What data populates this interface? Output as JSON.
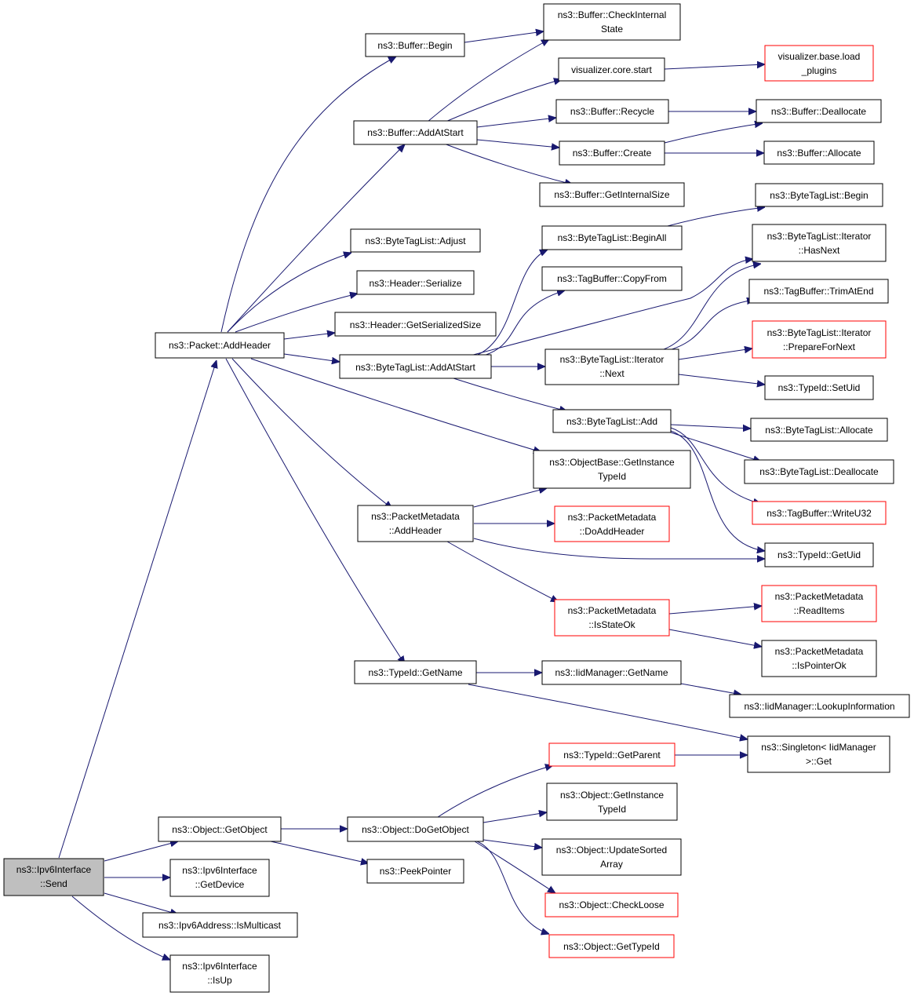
{
  "nodes": {
    "n_send": {
      "lines": [
        "ns3::Ipv6Interface",
        "::Send"
      ],
      "style": "root"
    },
    "n_addheader": {
      "lines": [
        "ns3::Packet::AddHeader"
      ],
      "style": "normal"
    },
    "n_getobject": {
      "lines": [
        "ns3::Object::GetObject"
      ],
      "style": "normal"
    },
    "n_getdevice": {
      "lines": [
        "ns3::Ipv6Interface",
        "::GetDevice"
      ],
      "style": "normal"
    },
    "n_ismulticast": {
      "lines": [
        "ns3::Ipv6Address::IsMulticast"
      ],
      "style": "normal"
    },
    "n_isup": {
      "lines": [
        "ns3::Ipv6Interface",
        "::IsUp"
      ],
      "style": "normal"
    },
    "n_bufbegin": {
      "lines": [
        "ns3::Buffer::Begin"
      ],
      "style": "normal"
    },
    "n_bufaddatstart": {
      "lines": [
        "ns3::Buffer::AddAtStart"
      ],
      "style": "normal"
    },
    "n_btladjust": {
      "lines": [
        "ns3::ByteTagList::Adjust"
      ],
      "style": "normal"
    },
    "n_hdrserialize": {
      "lines": [
        "ns3::Header::Serialize"
      ],
      "style": "normal"
    },
    "n_hdrgetsize": {
      "lines": [
        "ns3::Header::GetSerializedSize"
      ],
      "style": "normal"
    },
    "n_btladdatstart": {
      "lines": [
        "ns3::ByteTagList::AddAtStart"
      ],
      "style": "normal"
    },
    "n_objbasegettid": {
      "lines": [
        "ns3::ObjectBase::GetInstance",
        "TypeId"
      ],
      "style": "normal"
    },
    "n_pmaddheader": {
      "lines": [
        "ns3::PacketMetadata",
        "::AddHeader"
      ],
      "style": "normal"
    },
    "n_tidgetname": {
      "lines": [
        "ns3::TypeId::GetName"
      ],
      "style": "normal"
    },
    "n_dogetobject": {
      "lines": [
        "ns3::Object::DoGetObject"
      ],
      "style": "normal"
    },
    "n_peekpointer": {
      "lines": [
        "ns3::PeekPointer"
      ],
      "style": "normal"
    },
    "n_bufcheckinternal": {
      "lines": [
        "ns3::Buffer::CheckInternal",
        "State"
      ],
      "style": "normal"
    },
    "n_viscorestart": {
      "lines": [
        "visualizer.core.start"
      ],
      "style": "normal"
    },
    "n_bufrecycle": {
      "lines": [
        "ns3::Buffer::Recycle"
      ],
      "style": "normal"
    },
    "n_bufcreate": {
      "lines": [
        "ns3::Buffer::Create"
      ],
      "style": "normal"
    },
    "n_bufgetinternalsize": {
      "lines": [
        "ns3::Buffer::GetInternalSize"
      ],
      "style": "normal"
    },
    "n_btlbeginall": {
      "lines": [
        "ns3::ByteTagList::BeginAll"
      ],
      "style": "normal"
    },
    "n_tagbufcopyfrom": {
      "lines": [
        "ns3::TagBuffer::CopyFrom"
      ],
      "style": "normal"
    },
    "n_btliternext": {
      "lines": [
        "ns3::ByteTagList::Iterator",
        "::Next"
      ],
      "style": "normal"
    },
    "n_btladd": {
      "lines": [
        "ns3::ByteTagList::Add"
      ],
      "style": "normal"
    },
    "n_pmdoaddheader": {
      "lines": [
        "ns3::PacketMetadata",
        "::DoAddHeader"
      ],
      "style": "red"
    },
    "n_pmisstateok": {
      "lines": [
        "ns3::PacketMetadata",
        "::IsStateOk"
      ],
      "style": "red"
    },
    "n_iidgetname": {
      "lines": [
        "ns3::IidManager::GetName"
      ],
      "style": "normal"
    },
    "n_tidgetparent": {
      "lines": [
        "ns3::TypeId::GetParent"
      ],
      "style": "red"
    },
    "n_objgettid": {
      "lines": [
        "ns3::Object::GetInstance",
        "TypeId"
      ],
      "style": "normal"
    },
    "n_objupdatesorted": {
      "lines": [
        "ns3::Object::UpdateSorted",
        "Array"
      ],
      "style": "normal"
    },
    "n_objcheckloose": {
      "lines": [
        "ns3::Object::CheckLoose"
      ],
      "style": "red"
    },
    "n_objgettypeid": {
      "lines": [
        "ns3::Object::GetTypeId"
      ],
      "style": "red"
    },
    "n_visloadplugins": {
      "lines": [
        "visualizer.base.load",
        "_plugins"
      ],
      "style": "red"
    },
    "n_bufdeallocate": {
      "lines": [
        "ns3::Buffer::Deallocate"
      ],
      "style": "normal"
    },
    "n_bufallocate": {
      "lines": [
        "ns3::Buffer::Allocate"
      ],
      "style": "normal"
    },
    "n_btlbegin": {
      "lines": [
        "ns3::ByteTagList::Begin"
      ],
      "style": "normal"
    },
    "n_btliterhasnext": {
      "lines": [
        "ns3::ByteTagList::Iterator",
        "::HasNext"
      ],
      "style": "normal"
    },
    "n_tagbuftrim": {
      "lines": [
        "ns3::TagBuffer::TrimAtEnd"
      ],
      "style": "normal"
    },
    "n_btliterprepare": {
      "lines": [
        "ns3::ByteTagList::Iterator",
        "::PrepareForNext"
      ],
      "style": "red"
    },
    "n_tidsetuid": {
      "lines": [
        "ns3::TypeId::SetUid"
      ],
      "style": "normal"
    },
    "n_btlallocate": {
      "lines": [
        "ns3::ByteTagList::Allocate"
      ],
      "style": "normal"
    },
    "n_btldeallocate": {
      "lines": [
        "ns3::ByteTagList::Deallocate"
      ],
      "style": "normal"
    },
    "n_tagbufwriteu32": {
      "lines": [
        "ns3::TagBuffer::WriteU32"
      ],
      "style": "red"
    },
    "n_tidgetuid": {
      "lines": [
        "ns3::TypeId::GetUid"
      ],
      "style": "normal"
    },
    "n_pmreaditems": {
      "lines": [
        "ns3::PacketMetadata",
        "::ReadItems"
      ],
      "style": "red"
    },
    "n_pmispointerok": {
      "lines": [
        "ns3::PacketMetadata",
        "::IsPointerOk"
      ],
      "style": "normal"
    },
    "n_iidlookup": {
      "lines": [
        "ns3::IidManager::LookupInformation"
      ],
      "style": "normal"
    },
    "n_singletonget": {
      "lines": [
        "ns3::Singleton< IidManager",
        ">::Get"
      ],
      "style": "normal"
    }
  },
  "edges": [
    {
      "from": "n_send",
      "to": "n_addheader"
    },
    {
      "from": "n_send",
      "to": "n_getobject"
    },
    {
      "from": "n_send",
      "to": "n_getdevice"
    },
    {
      "from": "n_send",
      "to": "n_ismulticast"
    },
    {
      "from": "n_send",
      "to": "n_isup"
    },
    {
      "from": "n_addheader",
      "to": "n_bufbegin"
    },
    {
      "from": "n_addheader",
      "to": "n_bufaddatstart"
    },
    {
      "from": "n_addheader",
      "to": "n_btladjust"
    },
    {
      "from": "n_addheader",
      "to": "n_hdrserialize"
    },
    {
      "from": "n_addheader",
      "to": "n_hdrgetsize"
    },
    {
      "from": "n_addheader",
      "to": "n_btladdatstart"
    },
    {
      "from": "n_addheader",
      "to": "n_objbasegettid"
    },
    {
      "from": "n_addheader",
      "to": "n_pmaddheader"
    },
    {
      "from": "n_addheader",
      "to": "n_tidgetname"
    },
    {
      "from": "n_bufbegin",
      "to": "n_bufcheckinternal"
    },
    {
      "from": "n_bufaddatstart",
      "to": "n_bufcheckinternal"
    },
    {
      "from": "n_bufaddatstart",
      "to": "n_viscorestart"
    },
    {
      "from": "n_bufaddatstart",
      "to": "n_bufrecycle"
    },
    {
      "from": "n_bufaddatstart",
      "to": "n_bufcreate"
    },
    {
      "from": "n_bufaddatstart",
      "to": "n_bufgetinternalsize"
    },
    {
      "from": "n_viscorestart",
      "to": "n_visloadplugins"
    },
    {
      "from": "n_bufrecycle",
      "to": "n_bufdeallocate"
    },
    {
      "from": "n_bufcreate",
      "to": "n_bufdeallocate"
    },
    {
      "from": "n_bufcreate",
      "to": "n_bufallocate"
    },
    {
      "from": "n_btladdatstart",
      "to": "n_btlbeginall"
    },
    {
      "from": "n_btladdatstart",
      "to": "n_tagbufcopyfrom"
    },
    {
      "from": "n_btladdatstart",
      "to": "n_btliterhasnext"
    },
    {
      "from": "n_btladdatstart",
      "to": "n_btliternext"
    },
    {
      "from": "n_btladdatstart",
      "to": "n_btladd"
    },
    {
      "from": "n_btlbeginall",
      "to": "n_btlbegin"
    },
    {
      "from": "n_btliternext",
      "to": "n_btliterhasnext"
    },
    {
      "from": "n_btliternext",
      "to": "n_tagbuftrim"
    },
    {
      "from": "n_btliternext",
      "to": "n_btliterprepare"
    },
    {
      "from": "n_btliternext",
      "to": "n_tidsetuid"
    },
    {
      "from": "n_btladd",
      "to": "n_btlallocate"
    },
    {
      "from": "n_btladd",
      "to": "n_btldeallocate"
    },
    {
      "from": "n_btladd",
      "to": "n_tagbufwriteu32"
    },
    {
      "from": "n_btladd",
      "to": "n_tidgetuid"
    },
    {
      "from": "n_pmaddheader",
      "to": "n_objbasegettid"
    },
    {
      "from": "n_pmaddheader",
      "to": "n_pmdoaddheader"
    },
    {
      "from": "n_pmaddheader",
      "to": "n_tidgetuid"
    },
    {
      "from": "n_pmaddheader",
      "to": "n_pmisstateok"
    },
    {
      "from": "n_pmisstateok",
      "to": "n_pmreaditems"
    },
    {
      "from": "n_pmisstateok",
      "to": "n_pmispointerok"
    },
    {
      "from": "n_tidgetname",
      "to": "n_iidgetname"
    },
    {
      "from": "n_tidgetname",
      "to": "n_singletonget"
    },
    {
      "from": "n_iidgetname",
      "to": "n_iidlookup"
    },
    {
      "from": "n_getobject",
      "to": "n_dogetobject"
    },
    {
      "from": "n_getobject",
      "to": "n_peekpointer"
    },
    {
      "from": "n_dogetobject",
      "to": "n_tidgetparent"
    },
    {
      "from": "n_dogetobject",
      "to": "n_objgettid"
    },
    {
      "from": "n_dogetobject",
      "to": "n_objupdatesorted"
    },
    {
      "from": "n_dogetobject",
      "to": "n_objcheckloose"
    },
    {
      "from": "n_dogetobject",
      "to": "n_objgettypeid"
    },
    {
      "from": "n_tidgetparent",
      "to": "n_singletonget"
    }
  ],
  "colors": {
    "edge": "#191970",
    "red_border": "#ff0000",
    "root_fill": "#bfbfbf"
  }
}
